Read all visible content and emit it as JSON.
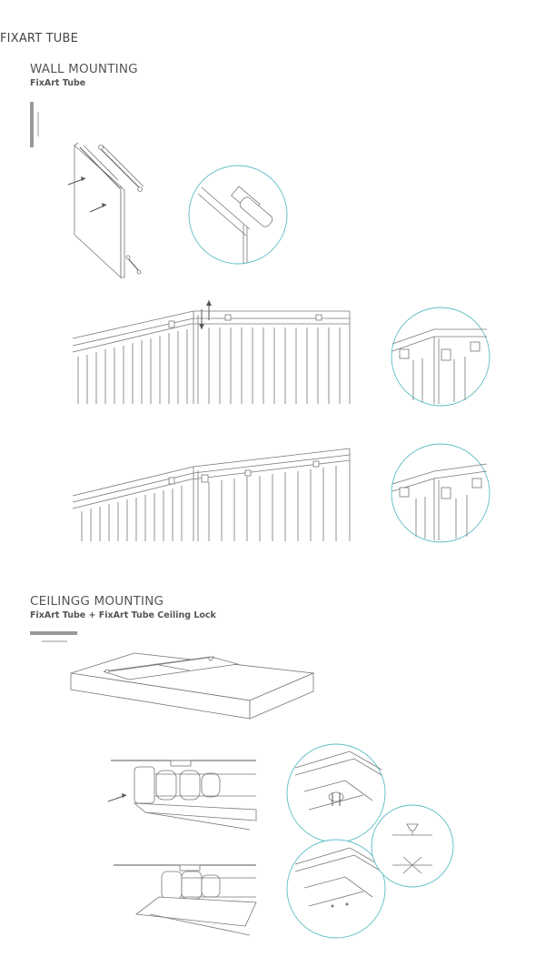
{
  "document": {
    "title": "FIXART TUBE"
  },
  "sections": [
    {
      "title": "WALL MOUNTING",
      "subtitle": "FixArt Tube",
      "icon": "wall-orientation-icon"
    },
    {
      "title": "CEILINGG MOUNTING",
      "subtitle": "FixArt Tube + FixArt Tube Ceiling Lock",
      "icon": "ceiling-orientation-icon"
    }
  ],
  "colors": {
    "line": "#777777",
    "detail_circle": "#5bbcc4",
    "icon_gray": "#999999"
  }
}
